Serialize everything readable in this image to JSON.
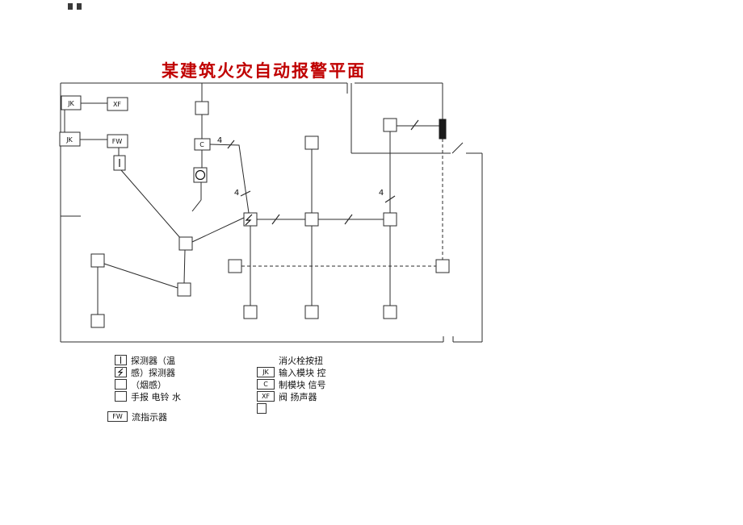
{
  "page": {
    "title": "某建筑火灾自动报警平面"
  },
  "colors": {
    "title": "#c00000",
    "line": "#2b2b2b"
  },
  "plan": {
    "module_labels": {
      "jk_top": "JK",
      "xf": "XF",
      "jk_bottom": "JK",
      "fw": "FW",
      "c": "C"
    },
    "wire_counts": {
      "a": "4",
      "b": "4",
      "c": "4"
    }
  },
  "legend": {
    "left_rows": [
      {
        "symbol": "temp-detector",
        "text": "探测器（温"
      },
      {
        "symbol": "smoke-detector",
        "text": "感）探测器"
      },
      {
        "symbol": "empty-box",
        "text": "（烟感）"
      },
      {
        "symbol": "empty-box",
        "text": "手报 电铃 水"
      },
      {
        "symbol": "labeled-box",
        "symbol_label": "FW",
        "text": "流指示器"
      }
    ],
    "right_rows": [
      {
        "symbol": "none",
        "text": "消火栓按扭"
      },
      {
        "symbol": "labeled-box",
        "symbol_label": "JK",
        "text": "输入模块 控"
      },
      {
        "symbol": "labeled-box",
        "symbol_label": "C",
        "text": "制模块 信号"
      },
      {
        "symbol": "labeled-box",
        "symbol_label": "XF",
        "text": "阀 扬声器"
      },
      {
        "symbol": "empty-box",
        "text": ""
      }
    ]
  }
}
